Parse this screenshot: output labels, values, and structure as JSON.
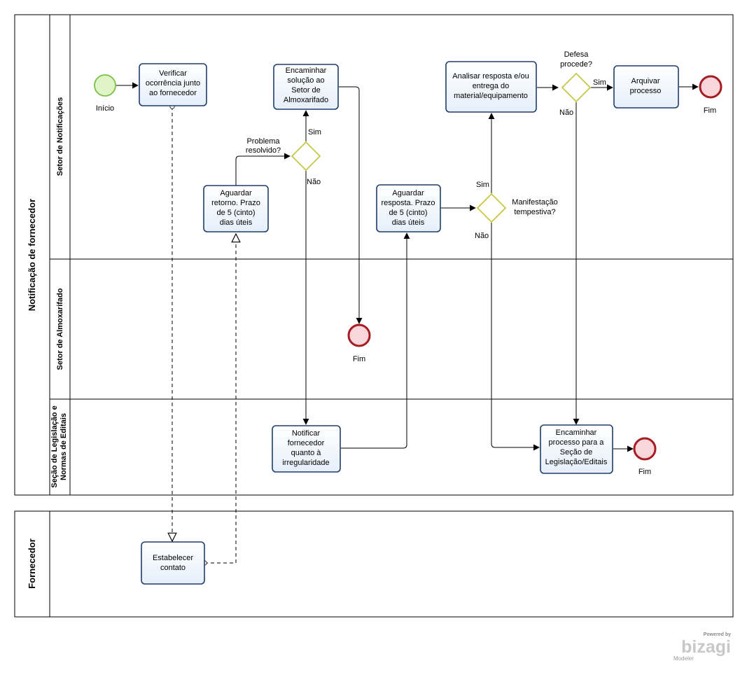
{
  "pools": {
    "notificacao": {
      "title": "Notificação de fornecedor",
      "lanes": {
        "notificacoes": "Setor de Notificações",
        "almoxarifado": "Setor de Almoxarifado",
        "legislacao_line1": "Seção de Legislação e",
        "legislacao_line2": "Normas de Editais"
      }
    },
    "fornecedor": {
      "title": "Fornecedor"
    }
  },
  "tasks": {
    "verificar": [
      "Verificar",
      "ocorrência junto",
      "ao fornecedor"
    ],
    "encaminhar_solucao": [
      "Encaminhar",
      "solução ao",
      "Setor de",
      "Almoxarifado"
    ],
    "aguardar_retorno": [
      "Aguardar",
      "retorno. Prazo",
      "de 5 (cinto)",
      "dias úteis"
    ],
    "aguardar_resposta": [
      "Aguardar",
      "resposta. Prazo",
      "de 5 (cinto)",
      "dias úteis"
    ],
    "analisar": [
      "Analisar resposta e/ou",
      "entrega do",
      "material/equipamento"
    ],
    "arquivar": [
      "Arquivar",
      "processo"
    ],
    "notificar": [
      "Notificar",
      "fornecedor",
      "quanto à",
      "irregularidade"
    ],
    "encaminhar_processo": [
      "Encaminhar",
      "processo para a",
      "Seção de",
      "Legislação/Editais"
    ],
    "estabelecer": [
      "Estabelecer",
      "contato"
    ]
  },
  "events": {
    "start": "Início",
    "end_arquivar": "Fim",
    "end_almoxarifado": "Fim",
    "end_legislacao": "Fim"
  },
  "gateways": {
    "problema": [
      "Problema",
      "resolvido?"
    ],
    "manifestacao": [
      "Manifestação",
      "tempestiva?"
    ],
    "defesa": [
      "Defesa",
      "procede?"
    ]
  },
  "flow_labels": {
    "problema_sim": "Sim",
    "problema_nao": "Não",
    "manifestacao_sim": "Sim",
    "manifestacao_nao": "Não",
    "defesa_sim": "Sim",
    "defesa_nao": "Não"
  },
  "watermark": {
    "powered": "Powered by",
    "brand": "bizagi",
    "product": "Modeler"
  },
  "colors": {
    "task_fill": "#eef4fb",
    "task_stroke": "#1f3d6b",
    "start_fill": "#dff5c8",
    "start_stroke": "#7bc043",
    "end_fill": "#f9d6da",
    "end_stroke": "#a51c24",
    "gateway_fill": "#ffffff",
    "gateway_stroke": "#c7c748",
    "line": "#000000"
  }
}
